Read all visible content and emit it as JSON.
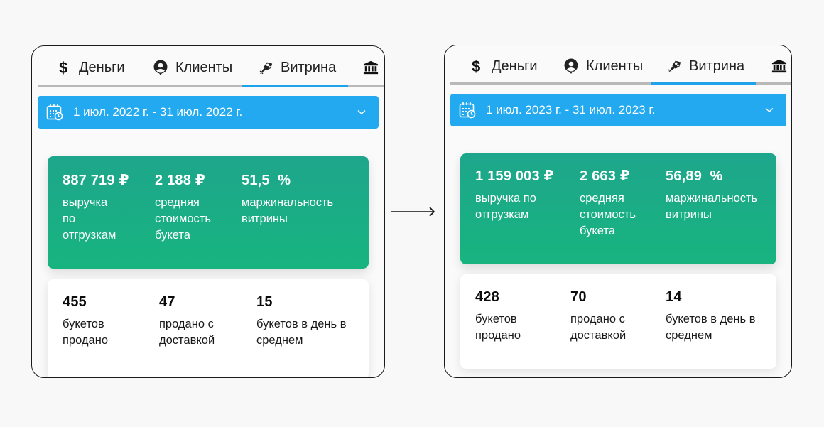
{
  "panels": {
    "before": {
      "tabs": [
        {
          "label": "Деньги",
          "icon": "dollar-icon"
        },
        {
          "label": "Клиенты",
          "icon": "user-circle-icon"
        },
        {
          "label": "Витрина",
          "icon": "bouquet-icon",
          "active": true
        },
        {
          "label": "",
          "icon": "bank-icon"
        }
      ],
      "date_range": "1 июл. 2022 г. - 31 июл. 2022 г.",
      "green_metrics": [
        {
          "value": "887 719 ₽",
          "label": "выручка по отгрузкам"
        },
        {
          "value": "2 188 ₽",
          "label": "средняя стоимость букета"
        },
        {
          "value": "51,5  %",
          "label": "маржинальность витрины"
        }
      ],
      "white_metrics": [
        {
          "value": "455",
          "label": "букетов продано"
        },
        {
          "value": "47",
          "label": "продано с доставкой"
        },
        {
          "value": "15",
          "label": "букетов в день в среднем"
        }
      ]
    },
    "after": {
      "tabs": [
        {
          "label": "Деньги",
          "icon": "dollar-icon"
        },
        {
          "label": "Клиенты",
          "icon": "user-circle-icon"
        },
        {
          "label": "Витрина",
          "icon": "bouquet-icon",
          "active": true
        },
        {
          "label": "",
          "icon": "bank-icon"
        }
      ],
      "date_range": "1 июл. 2023 г. - 31 июл. 2023 г.",
      "green_metrics": [
        {
          "value": "1 159 003 ₽",
          "label": "выручка по отгрузкам"
        },
        {
          "value": "2 663 ₽",
          "label": "средняя стоимость букета"
        },
        {
          "value": "56,89  %",
          "label": "маржинальность витрины"
        }
      ],
      "white_metrics": [
        {
          "value": "428",
          "label": "букетов продано"
        },
        {
          "value": "70",
          "label": "продано с доставкой"
        },
        {
          "value": "14",
          "label": "букетов в день в среднем"
        }
      ]
    }
  },
  "colors": {
    "accent_blue": "#22a9f0",
    "tab_active_underline": "#1ea3ea",
    "green_card_top": "#1ea68c",
    "green_card_bottom": "#17b47f"
  },
  "arrow": "arrow-right-icon"
}
